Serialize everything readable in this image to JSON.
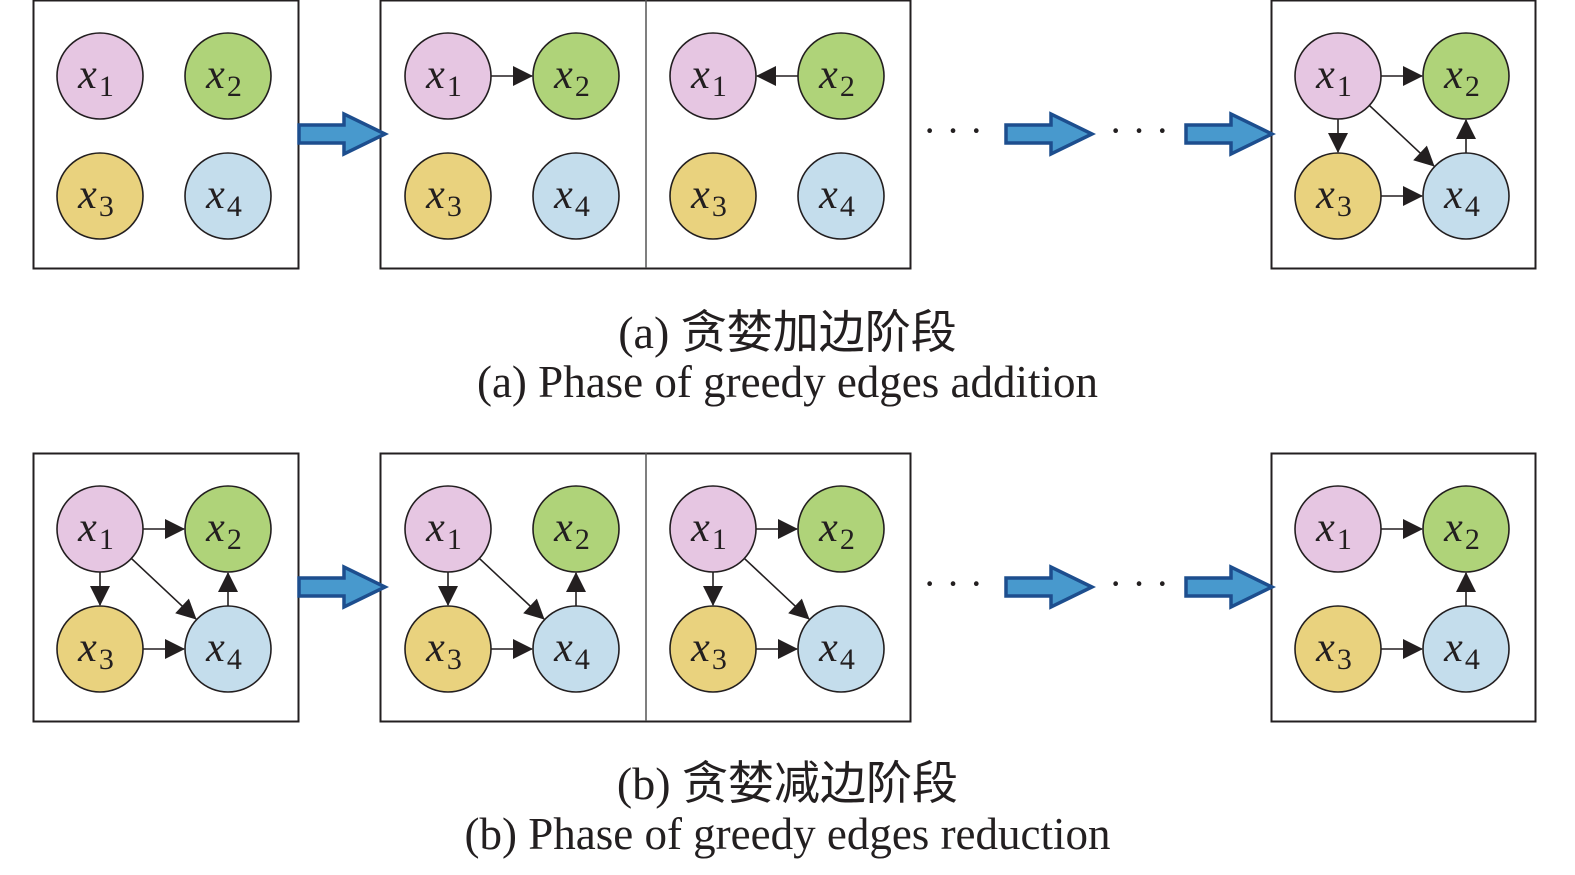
{
  "colors": {
    "x1": "#e6c6e2",
    "x2": "#afd379",
    "x3": "#e9d27e",
    "x4": "#c4ddec",
    "node_stroke": "#231f20",
    "edge": "#231f20",
    "box_stroke": "#231f20",
    "big_arrow_fill": "#4899cd",
    "big_arrow_stroke": "#1d4e8e"
  },
  "ellipsis": "· · ·",
  "panels": [
    {
      "id": "addition",
      "caption_cn": "(a) 贪婪加边阶段",
      "caption_en": "(a) Phase of greedy edges addition",
      "graphs": [
        {
          "name": "initial-empty-graph",
          "edges": []
        },
        {
          "name": "candidate-x1-to-x2",
          "edges": [
            [
              "x1",
              "x2"
            ]
          ]
        },
        {
          "name": "candidate-x2-to-x1",
          "edges": [
            [
              "x2",
              "x1"
            ]
          ]
        },
        {
          "name": "result-graph",
          "edges": [
            [
              "x1",
              "x2"
            ],
            [
              "x1",
              "x3"
            ],
            [
              "x1",
              "x4"
            ],
            [
              "x3",
              "x4"
            ],
            [
              "x4",
              "x2"
            ]
          ]
        }
      ]
    },
    {
      "id": "reduction",
      "caption_cn": "(b) 贪婪减边阶段",
      "caption_en": "(b) Phase of greedy edges reduction",
      "graphs": [
        {
          "name": "initial-full-graph",
          "edges": [
            [
              "x1",
              "x2"
            ],
            [
              "x1",
              "x3"
            ],
            [
              "x1",
              "x4"
            ],
            [
              "x3",
              "x4"
            ],
            [
              "x4",
              "x2"
            ]
          ]
        },
        {
          "name": "candidate-remove-x1-x2",
          "edges": [
            [
              "x1",
              "x3"
            ],
            [
              "x1",
              "x4"
            ],
            [
              "x3",
              "x4"
            ],
            [
              "x4",
              "x2"
            ]
          ]
        },
        {
          "name": "candidate-remove-x4-x2",
          "edges": [
            [
              "x1",
              "x2"
            ],
            [
              "x1",
              "x3"
            ],
            [
              "x1",
              "x4"
            ],
            [
              "x3",
              "x4"
            ]
          ]
        },
        {
          "name": "result-graph",
          "edges": [
            [
              "x1",
              "x2"
            ],
            [
              "x3",
              "x4"
            ],
            [
              "x4",
              "x2"
            ]
          ]
        }
      ]
    }
  ],
  "nodes": [
    {
      "id": "x1",
      "var": "x",
      "sub": "1"
    },
    {
      "id": "x2",
      "var": "x",
      "sub": "2"
    },
    {
      "id": "x3",
      "var": "x",
      "sub": "3"
    },
    {
      "id": "x4",
      "var": "x",
      "sub": "4"
    }
  ]
}
